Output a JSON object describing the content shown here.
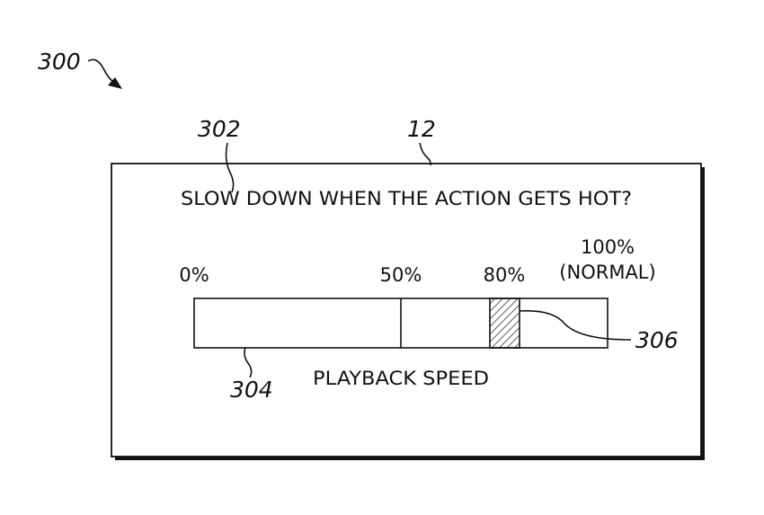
{
  "figure": {
    "ref_figure": "300",
    "ref_prompt": "302",
    "ref_display": "12",
    "ref_bar": "304",
    "ref_indicator": "306"
  },
  "screen": {
    "prompt": "SLOW DOWN WHEN THE ACTION GETS HOT?",
    "bar_label": "PLAYBACK SPEED",
    "ticks": [
      {
        "id": "tick-0",
        "label": "0%",
        "value": 0
      },
      {
        "id": "tick-50",
        "label": "50%",
        "value": 50
      },
      {
        "id": "tick-80",
        "label": "80%",
        "value": 80
      },
      {
        "id": "tick-100",
        "label": "100%",
        "sublabel": "(NORMAL)",
        "value": 100
      }
    ],
    "selected_speed_percent": 80
  }
}
